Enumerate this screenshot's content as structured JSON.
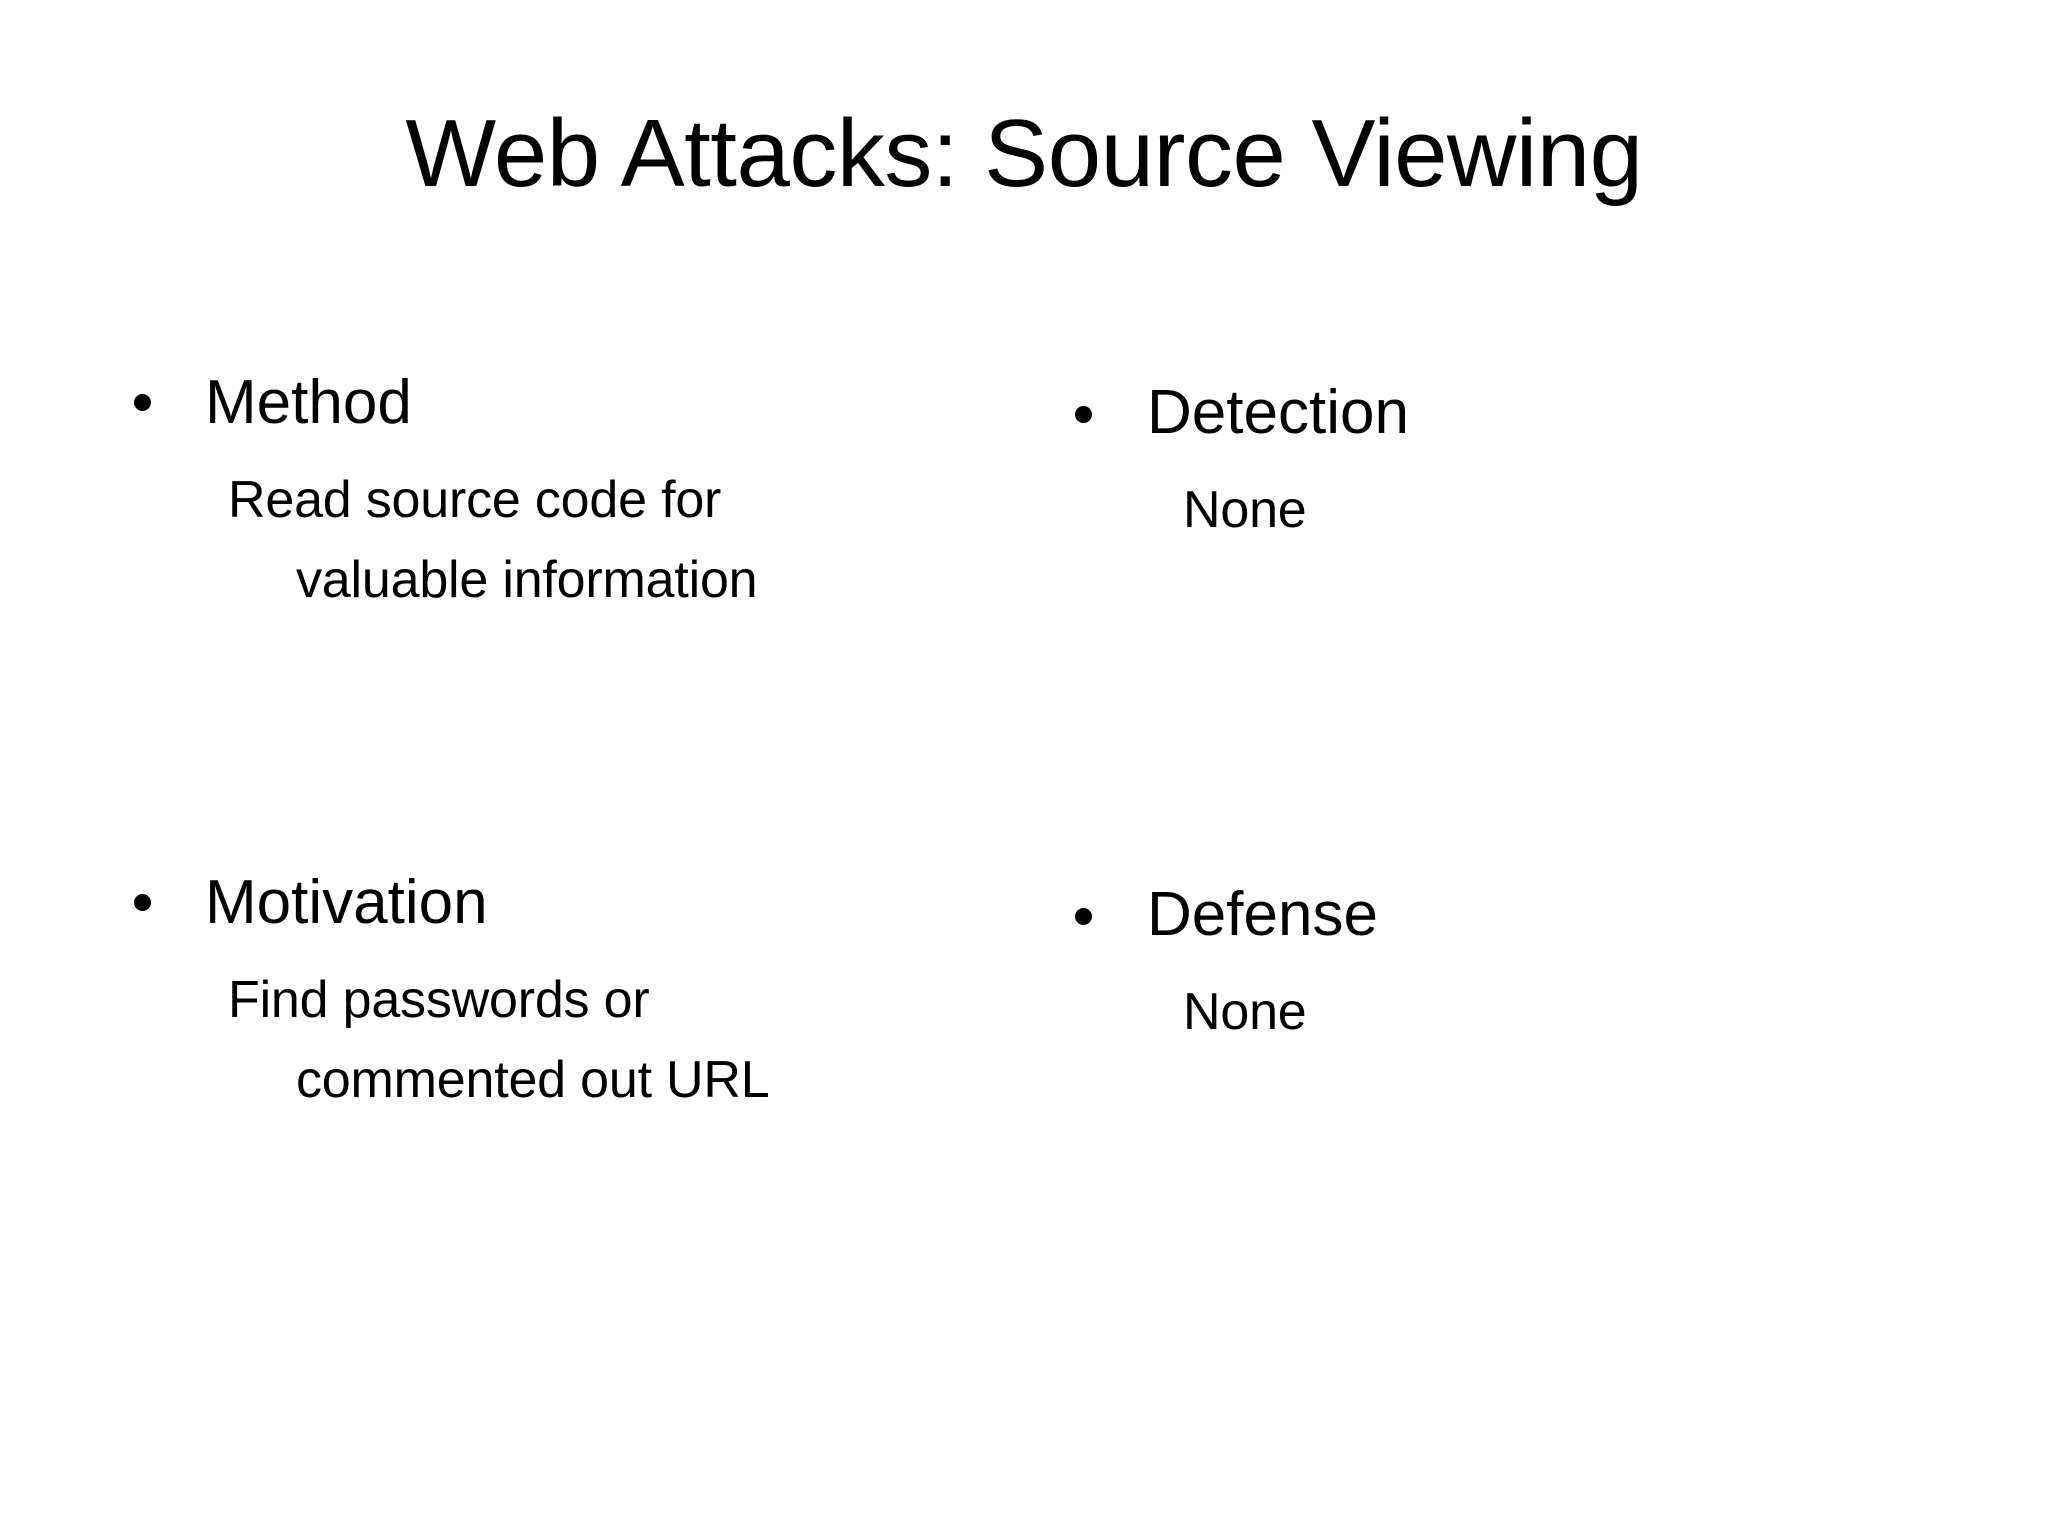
{
  "slide": {
    "title": "Web Attacks: Source Viewing",
    "background_color": "#ffffff",
    "text_color": "#000000"
  },
  "columns": {
    "left": {
      "blocks": [
        {
          "bullet": "•",
          "heading": "Method",
          "detail_line_1": "Read source code for",
          "detail_line_2": "valuable information"
        },
        {
          "bullet": "•",
          "heading": "Motivation",
          "detail_line_1": "Find passwords or",
          "detail_line_2": "commented out URL"
        }
      ]
    },
    "right": {
      "blocks": [
        {
          "bullet": "•",
          "heading": "Detection",
          "detail_line_1": "None",
          "detail_line_2": ""
        },
        {
          "bullet": "•",
          "heading": "Defense",
          "detail_line_1": "None",
          "detail_line_2": ""
        }
      ]
    }
  }
}
